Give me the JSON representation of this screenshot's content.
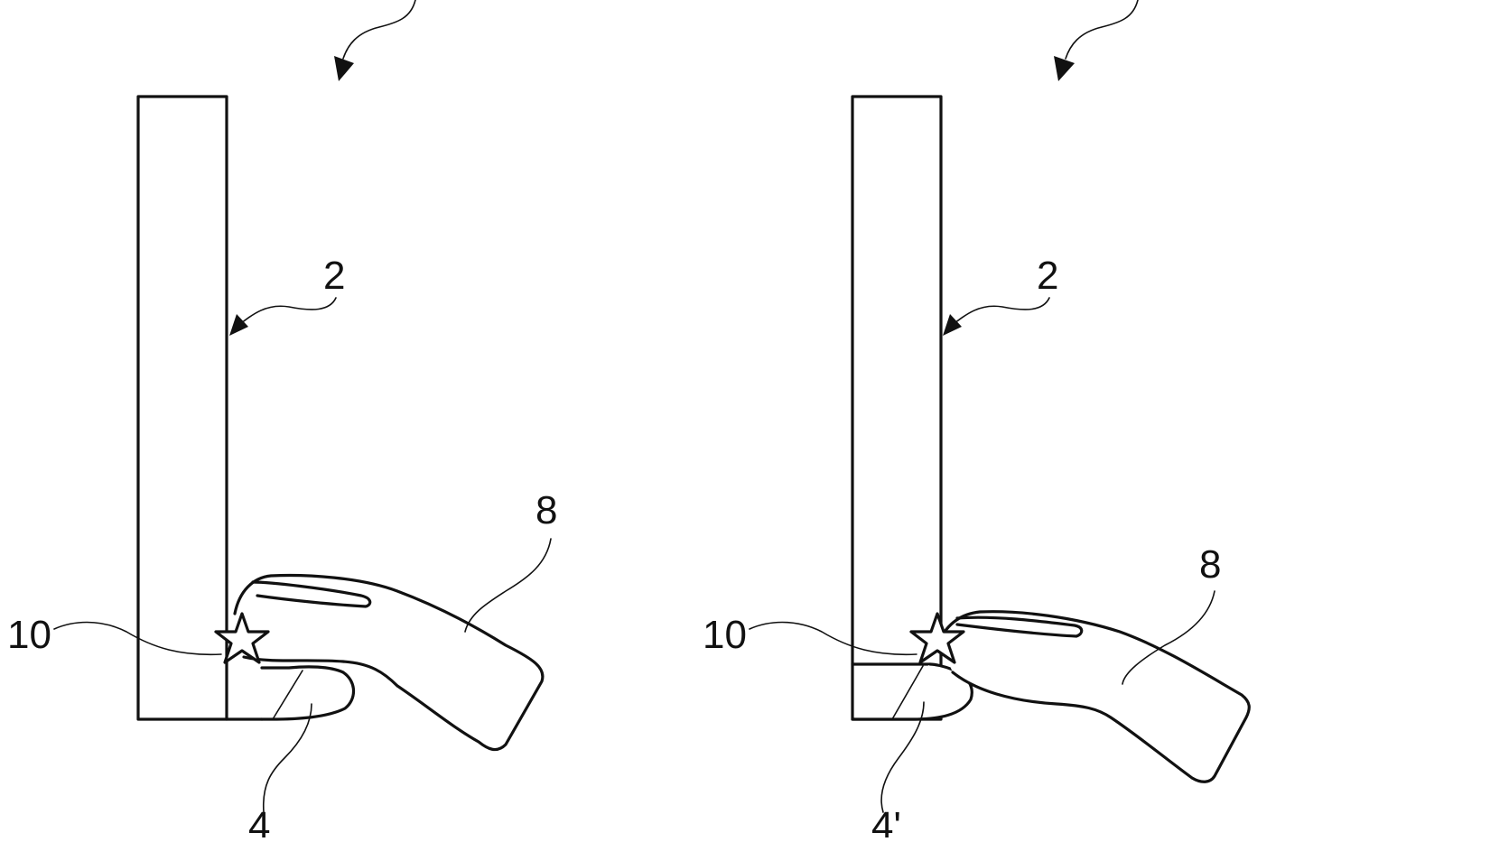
{
  "figure": {
    "type": "patent-drawing",
    "background": "#ffffff",
    "line_color": "#111111",
    "panels": [
      {
        "id": "left",
        "labels": {
          "device": "2",
          "hand": "8",
          "marker": "10",
          "region": "4"
        }
      },
      {
        "id": "right",
        "labels": {
          "device": "2",
          "hand": "8",
          "marker": "10",
          "region": "4'"
        }
      }
    ]
  }
}
